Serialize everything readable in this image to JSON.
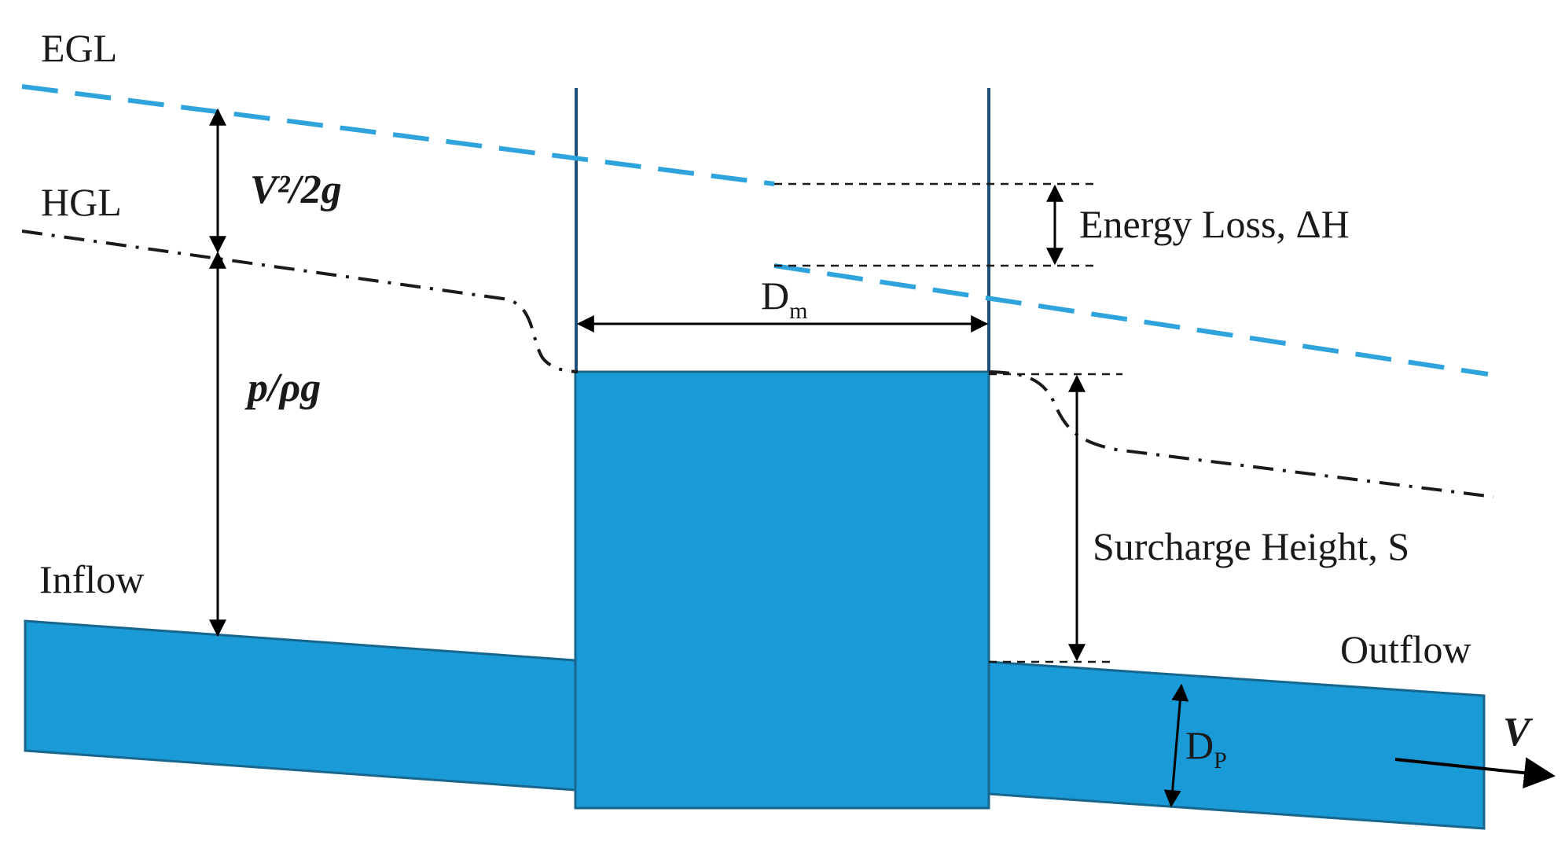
{
  "labels": {
    "egl": "EGL",
    "hgl": "HGL",
    "velocity_head": "V²/2g",
    "pressure_head": "p/ρg",
    "energy_loss": "Energy Loss, ΔH",
    "manhole_diameter_base": "D",
    "manhole_diameter_sub": "m",
    "surcharge_height": "Surcharge Height, S",
    "inflow": "Inflow",
    "outflow": "Outflow",
    "pipe_diameter_base": "D",
    "pipe_diameter_sub": "P",
    "velocity": "V"
  },
  "colors": {
    "water": "#1a9ad6",
    "egl_line": "#2ea3dc",
    "wall": "#1c4f7a",
    "hgl_line": "#1a1a1a"
  }
}
